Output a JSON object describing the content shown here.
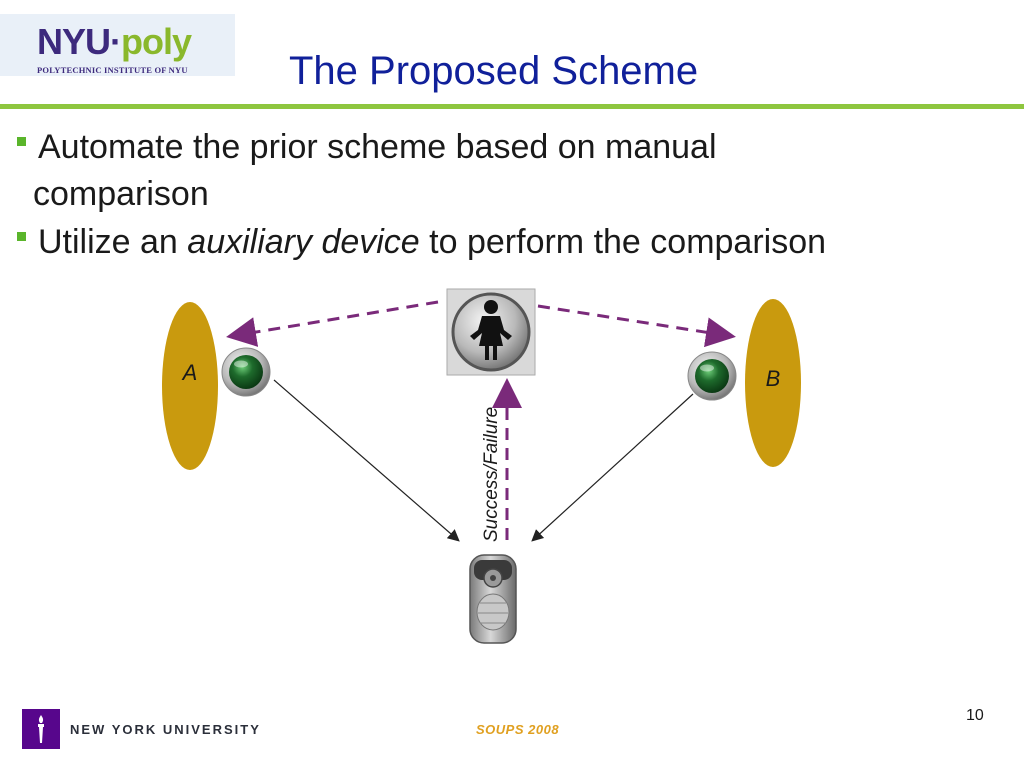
{
  "logo": {
    "nyu": "NYU",
    "dot": "·",
    "poly": "poly",
    "subtitle": "POLYTECHNIC INSTITUTE OF NYU"
  },
  "slide": {
    "title": "The Proposed Scheme",
    "bullets": {
      "b1_line1": "Automate the prior scheme based on manual",
      "b1_line2": "comparison",
      "b2_pre": "Utilize an ",
      "b2_em": "auxiliary device",
      "b2_post": " to perform the comparison"
    }
  },
  "diagram": {
    "device_a_label": "A",
    "device_b_label": "B",
    "result_label": "Success/Failure",
    "colors": {
      "device": "#c99a0e",
      "dashed_arrow": "#7a2a7a",
      "button": "#1e6b2c"
    }
  },
  "footer": {
    "university": "NEW YORK UNIVERSITY",
    "conference": "SOUPS 2008",
    "page": "10"
  }
}
